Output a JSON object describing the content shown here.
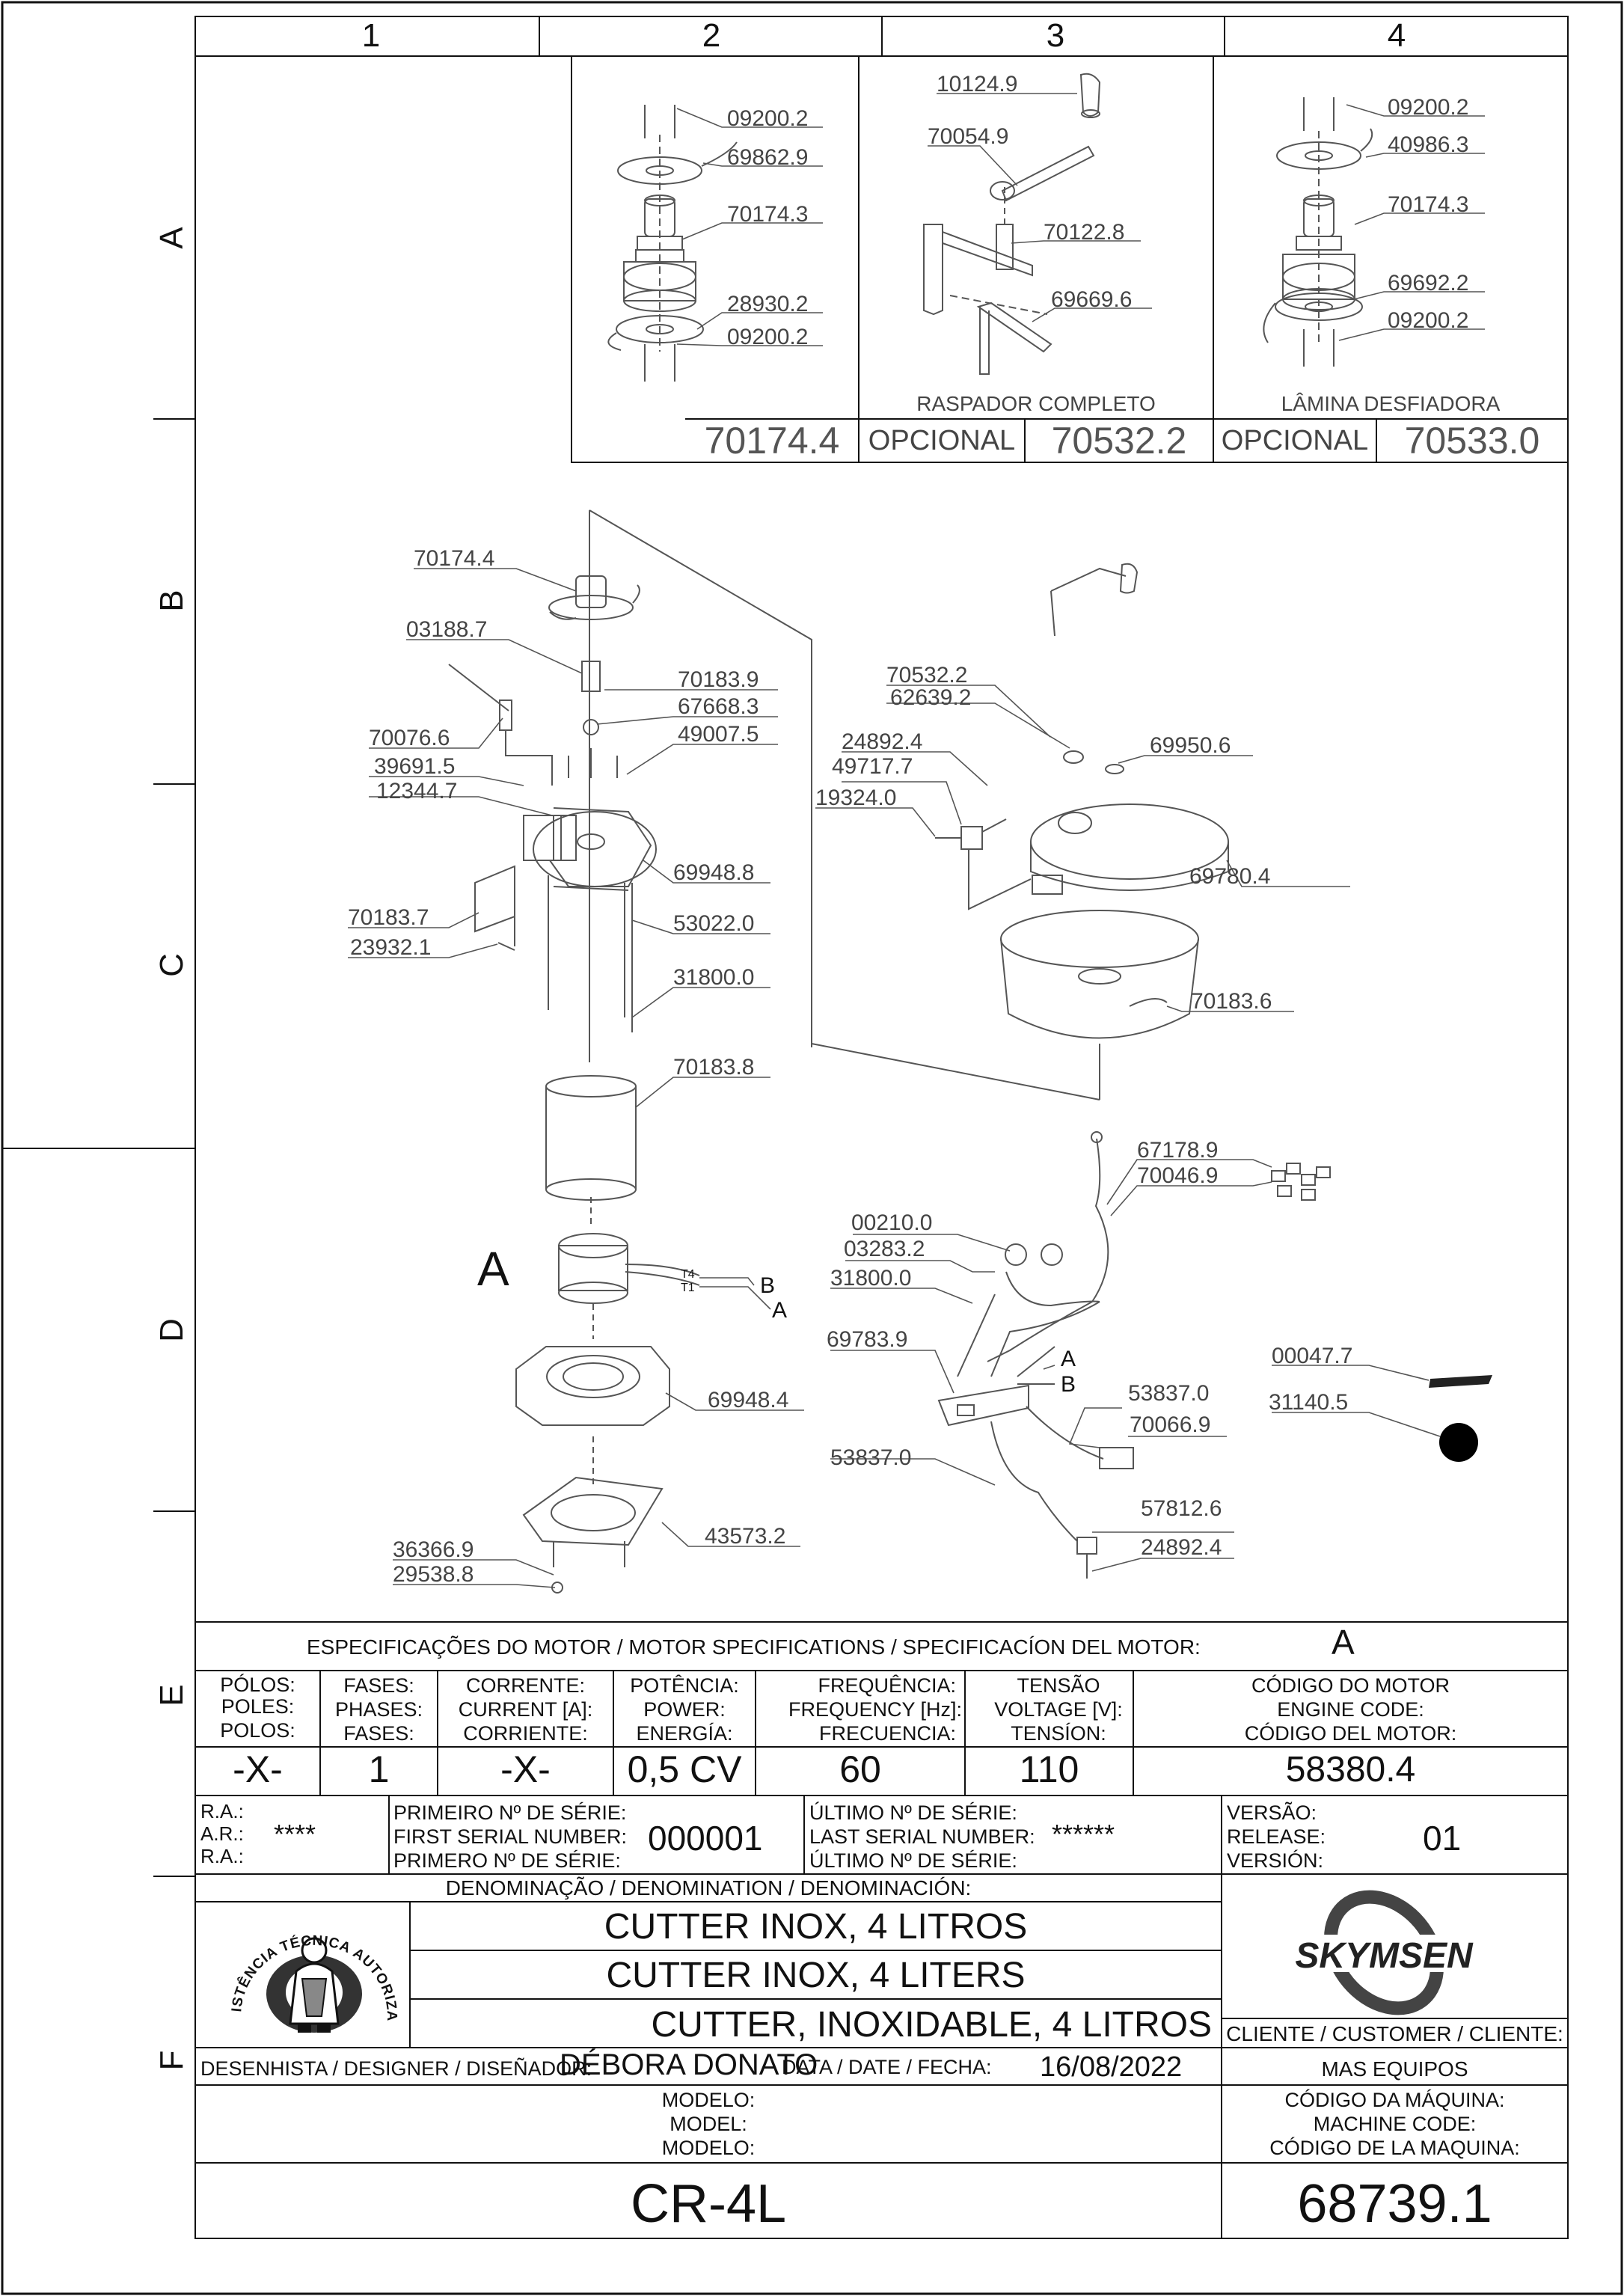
{
  "grid": {
    "columns": [
      "1",
      "2",
      "3",
      "4"
    ],
    "rows": [
      "A",
      "B",
      "C",
      "D",
      "E",
      "F"
    ]
  },
  "kits": [
    {
      "title": "",
      "code": "70174.4",
      "tag": "OPCIONAL"
    },
    {
      "title": "RASPADOR  COMPLETO",
      "code": "70532.2",
      "tag": "OPCIONAL"
    },
    {
      "title": "LÂMINA   DESFIADORA",
      "code": "70533.0"
    }
  ],
  "part_labels": {
    "kit1": [
      "09200.2",
      "69862.9",
      "70174.3",
      "28930.2",
      "09200.2"
    ],
    "kit2": [
      "10124.9",
      "70054.9",
      "70122.8",
      "69669.6"
    ],
    "kit3": [
      "09200.2",
      "40986.3",
      "70174.3",
      "69692.2",
      "09200.2"
    ],
    "main_left": [
      "70174.4",
      "03188.7",
      "70183.9",
      "67668.3",
      "49007.5",
      "70076.6",
      "39691.5",
      "12344.7",
      "69948.8",
      "70183.7",
      "53022.0",
      "23932.1",
      "31800.0",
      "70183.8",
      "69948.4",
      "36366.9",
      "29538.8",
      "43573.2"
    ],
    "main_right": [
      "70532.2",
      "62639.2",
      "24892.4",
      "69950.6",
      "49717.7",
      "19324.0",
      "69780.4",
      "70183.6"
    ],
    "electrical": [
      "67178.9",
      "70046.9",
      "00210.0",
      "03283.2",
      "31800.0",
      "69783.9",
      "53837.0",
      "70066.9",
      "53837.0",
      "57812.6",
      "24892.4"
    ],
    "accessories": [
      "00047.7",
      "31140.5"
    ]
  },
  "wire_labels": {
    "motor_ref": "A",
    "t4": "T4",
    "t1": "T1",
    "b": "B",
    "a": "A",
    "board_a": "A",
    "board_b": "B"
  },
  "motor_specs": {
    "heading": "ESPECIFICAÇÕES DO MOTOR / MOTOR SPECIFICATIONS / SPECIFICACÍON DEL MOTOR:",
    "heading_value": "A",
    "columns": [
      {
        "label": [
          "PÓLOS:",
          "POLES:",
          "POLOS:"
        ],
        "value": "-X-"
      },
      {
        "label": [
          "FASES:",
          "PHASES:",
          "FASES:"
        ],
        "value": "1"
      },
      {
        "label": [
          "CORRENTE:",
          "CURRENT [A]:",
          "CORRIENTE:"
        ],
        "value": "-X-"
      },
      {
        "label": [
          "POTÊNCIA:",
          "POWER:",
          "ENERGÍA:"
        ],
        "value": "0,5 CV"
      },
      {
        "label": [
          "FREQUÊNCIA:",
          "FREQUENCY [Hz]:",
          "FRECUENCIA:"
        ],
        "value": "60"
      },
      {
        "label": [
          "TENSÃO",
          "VOLTAGE [V]:",
          "TENSÍON:"
        ],
        "value": "110"
      },
      {
        "label": [
          "CÓDIGO DO MOTOR",
          "ENGINE CODE:",
          "CÓDIGO DEL MOTOR:"
        ],
        "value": "58380.4"
      }
    ]
  },
  "serials": {
    "ra_labels": [
      "R.A.:",
      "A.R.:",
      "R.A.:"
    ],
    "ra_value": "****",
    "first_labels": [
      "PRIMEIRO Nº DE SÉRIE:",
      "FIRST SERIAL NUMBER:",
      "PRIMERO Nº DE SÉRIE:"
    ],
    "first_value": "000001",
    "last_labels": [
      "ÚLTIMO Nº DE SÉRIE:",
      "LAST SERIAL NUMBER:",
      "ÚLTIMO Nº DE SÉRIE:"
    ],
    "last_value": "******",
    "release_labels": [
      "VERSÃO:",
      "RELEASE:",
      "VERSIÓN:"
    ],
    "release_value": "01"
  },
  "denomination": {
    "heading": "DENOMINAÇÃO / DENOMINATION / DENOMINACIÓN:",
    "lines": [
      "CUTTER INOX, 4 LITROS",
      "CUTTER INOX, 4 LITERS",
      "CUTTER, INOXIDABLE, 4 LITROS"
    ]
  },
  "stamp": {
    "text": "ASSISTÊNCIA TÉCNICA AUTORIZADA"
  },
  "brand": {
    "name": "SKYMSEN"
  },
  "customer": {
    "label": "CLIENTE / CUSTOMER / CLIENTE:",
    "value": "MAS EQUIPOS"
  },
  "designer": {
    "label": "DESENHISTA / DESIGNER / DISEÑADOR:",
    "value": "DÉBORA DONATO"
  },
  "date": {
    "label": "DATA / DATE / FECHA:",
    "value": "16/08/2022"
  },
  "model": {
    "labels": [
      "MODELO:",
      "MODEL:",
      "MODELO:"
    ],
    "value": "CR-4L"
  },
  "machine_code": {
    "labels": [
      "CÓDIGO DA MÁQUINA:",
      "MACHINE CODE:",
      "CÓDIGO DE LA MAQUINA:"
    ],
    "value": "68739.1"
  },
  "colors": {
    "ink": "#111111",
    "drawing_gray": "#555555",
    "background": "#ffffff"
  }
}
